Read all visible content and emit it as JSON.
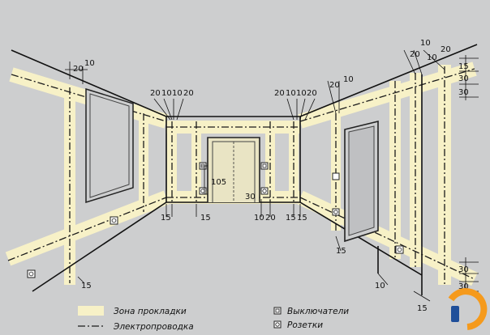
{
  "dimensions": {
    "d20a": "20",
    "d10a": "10",
    "d20b": "20",
    "d10b": "10",
    "d10c": "10",
    "d20c": "20",
    "d105": "105",
    "d15a": "15",
    "d15b": "15",
    "d30a": "30",
    "d10d": "10",
    "d20d": "20",
    "d15c": "15",
    "d15d": "15",
    "d20e": "20",
    "d10e": "10",
    "d10f": "10",
    "d20f": "20",
    "d20g": "20",
    "d10g": "10",
    "d15e": "15",
    "d10h": "10",
    "d20h": "20",
    "d20i": "20",
    "d10i": "10",
    "d15f": "15",
    "d30b": "30",
    "d30c": "30",
    "d15g": "15",
    "d10j": "10",
    "d30d": "30",
    "d30e": "30",
    "d15h": "15"
  },
  "legend": {
    "zone": "Зона прокладки",
    "wiring": "Электропроводка",
    "switches": "Выключатели",
    "sockets": "Розетки"
  },
  "colors": {
    "background": "#cdcecf",
    "zone": "#f7f1c7",
    "wire": "#1b1b1b",
    "logo_orange": "#f59a1c",
    "logo_blue": "#1f4f9a"
  }
}
